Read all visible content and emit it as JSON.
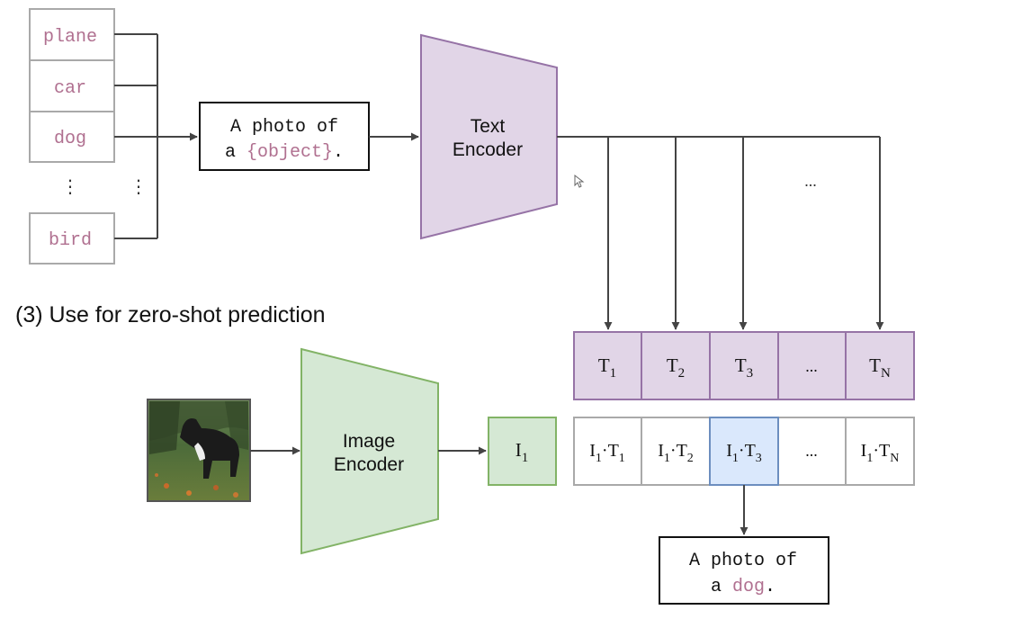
{
  "diagram": {
    "class_labels": [
      "plane",
      "car",
      "dog",
      "bird"
    ],
    "vertical_ellipsis": "⋮",
    "horizontal_ellipsis": "...",
    "template": {
      "line1": "A photo of",
      "line2_prefix": "a ",
      "placeholder": "{object}",
      "line2_suffix": "."
    },
    "text_encoder": {
      "line1": "Text",
      "line2": "Encoder"
    },
    "section_title": "(3) Use for zero-shot prediction",
    "image_encoder": {
      "line1": "Image",
      "line2": "Encoder"
    },
    "image_embedding": {
      "base": "I",
      "sub": "1"
    },
    "text_embeddings": [
      {
        "base": "T",
        "sub": "1"
      },
      {
        "base": "T",
        "sub": "2"
      },
      {
        "base": "T",
        "sub": "3"
      },
      {
        "base": "...",
        "sub": ""
      },
      {
        "base": "T",
        "sub": "N"
      }
    ],
    "similarities": [
      {
        "a": "I",
        "a_sub": "1",
        "dot": "·",
        "b": "T",
        "b_sub": "1"
      },
      {
        "a": "I",
        "a_sub": "1",
        "dot": "·",
        "b": "T",
        "b_sub": "2"
      },
      {
        "a": "I",
        "a_sub": "1",
        "dot": "·",
        "b": "T",
        "b_sub": "3"
      },
      {
        "a": "...",
        "a_sub": "",
        "dot": "",
        "b": "",
        "b_sub": ""
      },
      {
        "a": "I",
        "a_sub": "1",
        "dot": "·",
        "b": "T",
        "b_sub": "N"
      }
    ],
    "highlighted_index": 2,
    "prediction": {
      "line1": "A photo of",
      "line2_prefix": "a ",
      "predicted_class": "dog",
      "line2_suffix": "."
    },
    "colors": {
      "label_text": "#b07090",
      "box_border": "#a9a9a9",
      "arrow": "#444444",
      "text_encoder_fill": "#e1d5e7",
      "text_encoder_stroke": "#9673a6",
      "image_encoder_fill": "#d5e8d4",
      "image_encoder_stroke": "#82b366",
      "highlight_fill": "#dae8fc",
      "highlight_stroke": "#6c8ebf"
    }
  }
}
